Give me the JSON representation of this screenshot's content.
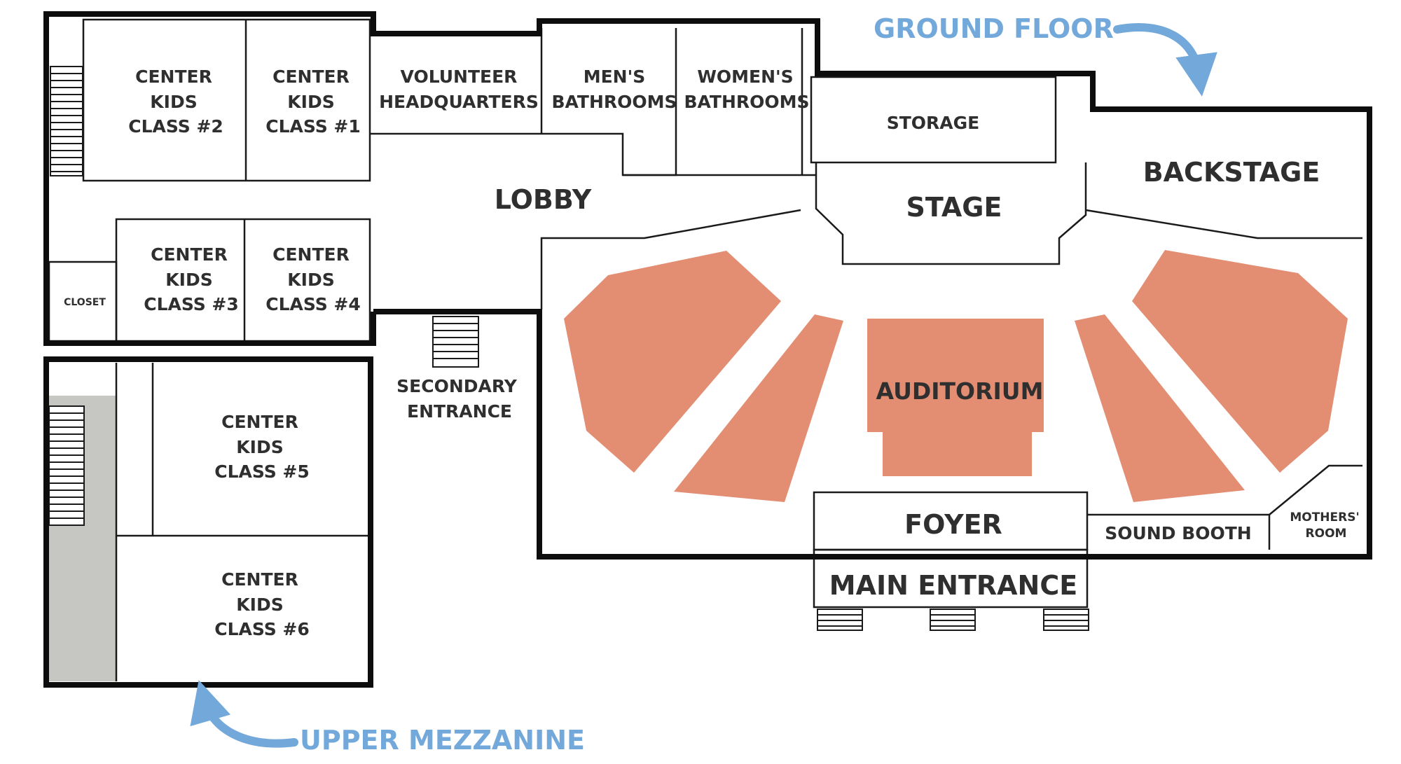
{
  "labels": {
    "ground_floor": "GROUND FLOOR",
    "upper_mezzanine": "UPPER MEZZANINE",
    "class2": [
      "CENTER",
      "KIDS",
      "CLASS #2"
    ],
    "class1": [
      "CENTER",
      "KIDS",
      "CLASS #1"
    ],
    "class3": [
      "CENTER",
      "KIDS",
      "CLASS #3"
    ],
    "class4": [
      "CENTER",
      "KIDS",
      "CLASS #4"
    ],
    "class5": [
      "CENTER",
      "KIDS",
      "CLASS #5"
    ],
    "class6": [
      "CENTER",
      "KIDS",
      "CLASS #6"
    ],
    "closet": "CLOSET",
    "volunteer": [
      "VOLUNTEER",
      "HEADQUARTERS"
    ],
    "mens": [
      "MEN'S",
      "BATHROOMS"
    ],
    "womens": [
      "WOMEN'S",
      "BATHROOMS"
    ],
    "storage": "STORAGE",
    "lobby": "LOBBY",
    "stage": "STAGE",
    "backstage": "BACKSTAGE",
    "secondary": [
      "SECONDARY",
      "ENTRANCE"
    ],
    "auditorium": "AUDITORIUM",
    "foyer": "FOYER",
    "sound_booth": "SOUND BOOTH",
    "mothers": [
      "MOTHERS'",
      "ROOM"
    ],
    "main_entrance": "MAIN ENTRANCE"
  },
  "colors": {
    "seating": "#E38E72",
    "accent": "#73A8DA",
    "wall": "#0d0d0d",
    "shaded": "#C6C7C2",
    "text": "#2f2f2f"
  },
  "icons": {
    "arrow": "curved-arrow-icon",
    "stairs": "stairs-icon"
  }
}
